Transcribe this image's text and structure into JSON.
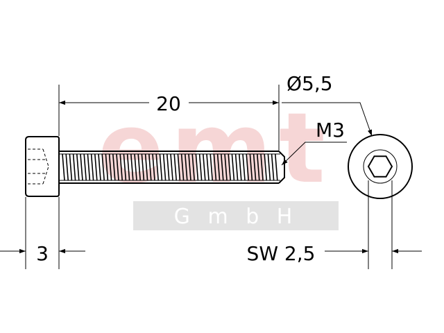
{
  "drawing": {
    "dimensions": {
      "length": "20",
      "head_diameter": "Ø5,5",
      "thread": "M3",
      "head_height": "3",
      "socket_size": "SW 2,5"
    },
    "watermark": {
      "logo": "emt",
      "company": "G m b H"
    },
    "colors": {
      "line": "#000000",
      "watermark_logo": "#f6d6d6",
      "watermark_band": "#e3e3e3",
      "background": "#ffffff"
    }
  }
}
